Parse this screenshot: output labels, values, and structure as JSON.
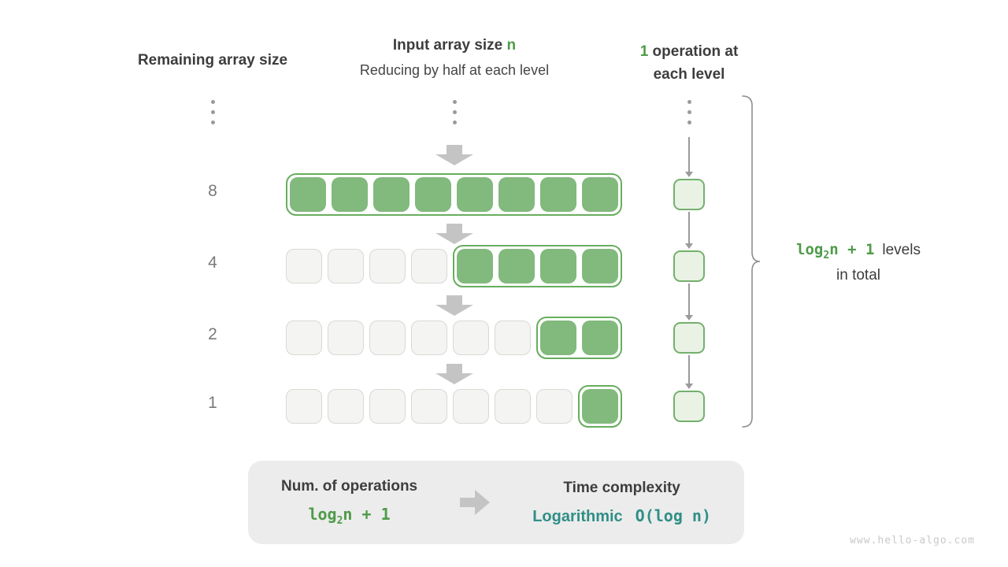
{
  "headers": {
    "left": "Remaining array size",
    "middle_title_prefix": "Input array size ",
    "middle_title_highlight": "n",
    "middle_subtitle": "Reducing by half at each level",
    "right_highlight": "1",
    "right_rest": " operation at",
    "right_line2": "each level"
  },
  "rows": [
    {
      "label": "8",
      "gray": 0,
      "green": 8
    },
    {
      "label": "4",
      "gray": 4,
      "green": 4
    },
    {
      "label": "2",
      "gray": 6,
      "green": 2
    },
    {
      "label": "1",
      "gray": 7,
      "green": 1
    }
  ],
  "formula": {
    "log": "log",
    "sub": "2",
    "rest": "n + 1"
  },
  "brace": {
    "levels_text": "levels",
    "line2": "in total"
  },
  "summary": {
    "left_title": "Num. of operations",
    "right_title": "Time complexity",
    "right_value_word": "Logarithmic",
    "right_value_big_o": "O(log n)"
  },
  "watermark": "www.hello-algo.com",
  "colors": {
    "green_text": "#4e9b48",
    "green_cell": "#82b97d",
    "green_border": "#67ad5e",
    "light_green_fill": "#e9f2e5",
    "light_green_border": "#74b06c",
    "gray_cell": "#f4f4f3",
    "gray_cell_border": "#d8d8d5",
    "arrow_gray": "#c4c4c4",
    "thin_gray": "#9a9a9a",
    "brace_gray": "#8f8f8f",
    "dark_text": "#3d3d3d",
    "sub_text": "#454545",
    "label_gray": "#7a7a7a",
    "teal": "#2f8f86",
    "box_bg": "#ececec",
    "watermark": "#c9c9c9"
  }
}
